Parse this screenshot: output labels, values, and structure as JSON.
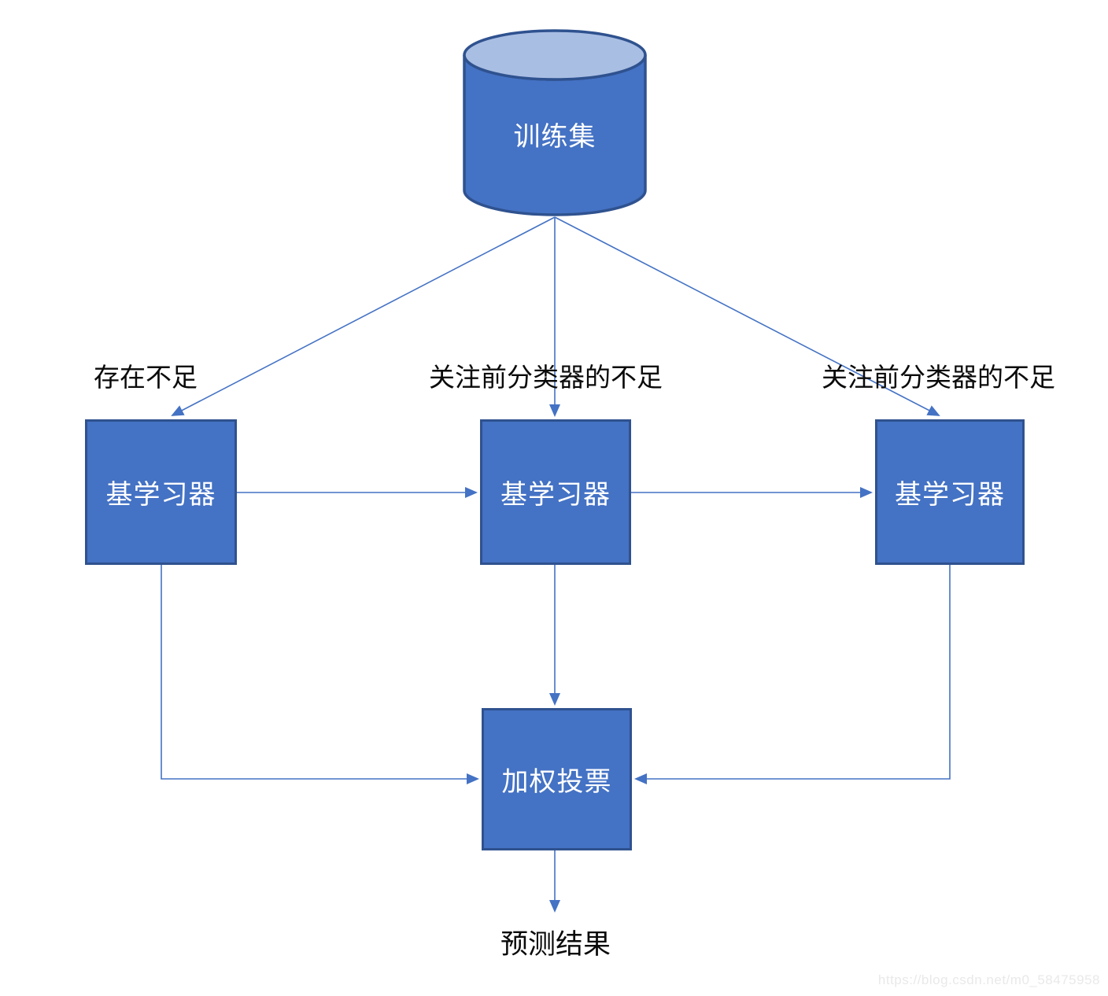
{
  "nodes": {
    "training_set": "训练集",
    "base_learner_1": "基学习器",
    "base_learner_2": "基学习器",
    "base_learner_3": "基学习器",
    "weighted_vote": "加权投票",
    "prediction_result": "预测结果"
  },
  "edge_labels": {
    "left": "存在不足",
    "middle": "关注前分类器的不足",
    "right": "关注前分类器的不足"
  },
  "colors": {
    "node_fill": "#4472C4",
    "node_border": "#2F528F",
    "cylinder_top_fill": "#A9BEE3",
    "connector": "#4472C4",
    "node_text": "#FFFFFF",
    "label_text": "#0A0A0A",
    "watermark_text": "#E9E9E9"
  },
  "watermark": "https://blog.csdn.net/m0_58475958"
}
